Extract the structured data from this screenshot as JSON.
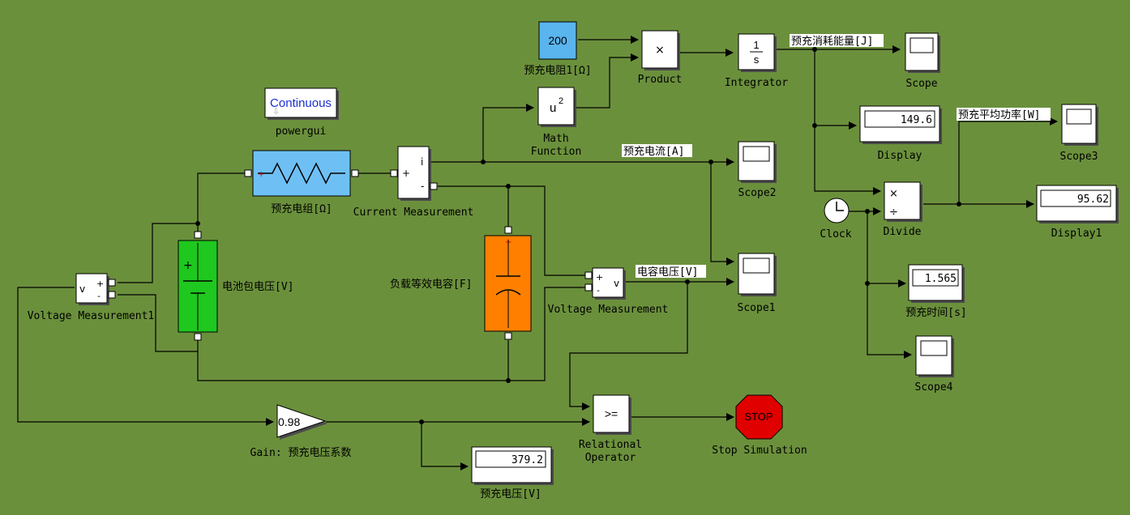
{
  "blocks": {
    "powergui": {
      "inner": "Continuous",
      "label": "powergui"
    },
    "precharge_resistor": {
      "label": "预充电组[Ω]"
    },
    "current_measurement": {
      "label": "Current Measurement",
      "port_i": "i",
      "port_plus": "+",
      "port_minus": "-"
    },
    "resistor_const": {
      "value": "200",
      "label": "预充电阻1[Ω]"
    },
    "math_function": {
      "inner": "u",
      "sup": "2",
      "label1": "Math",
      "label2": "Function"
    },
    "product": {
      "symbol": "×",
      "label": "Product"
    },
    "integrator": {
      "num": "1",
      "den": "s",
      "label": "Integrator"
    },
    "scope": {
      "label": "Scope"
    },
    "display": {
      "value": "149.6",
      "label": "Display"
    },
    "scope3": {
      "label": "Scope3"
    },
    "scope2": {
      "label": "Scope2"
    },
    "divide": {
      "mul": "×",
      "div": "÷",
      "label": "Divide"
    },
    "display1": {
      "value": "95.62",
      "label": "Display1"
    },
    "clock": {
      "label": "Clock"
    },
    "battery": {
      "label": "电池包电压[V]",
      "plus": "+"
    },
    "capacitor": {
      "label": "负载等效电容[F]"
    },
    "voltage_measurement1": {
      "label": "Voltage Measurement1",
      "v": "v",
      "plus": "+",
      "minus": "-"
    },
    "voltage_measurement": {
      "label": "Voltage Measurement",
      "v": "v",
      "plus": "+",
      "minus": "-"
    },
    "scope1": {
      "label": "Scope1"
    },
    "time_display": {
      "value": "1.565",
      "label": "预充时间[s]"
    },
    "scope4": {
      "label": "Scope4"
    },
    "gain": {
      "value": "0.98",
      "label": "Gain: 预充电压系数"
    },
    "relational_operator": {
      "op": ">=",
      "label1": "Relational",
      "label2": "Operator"
    },
    "stop_simulation": {
      "inner": "STOP",
      "label": "Stop Simulation"
    },
    "voltage_display": {
      "value": "379.2",
      "label": "预充电压[V]"
    }
  },
  "signals": {
    "energy": "预充消耗能量[J]",
    "avg_power": "预充平均功率[W]",
    "current": "预充电流[A]",
    "cap_voltage": "电容电压[V]"
  },
  "colors": {
    "background": "#6b903c",
    "resistor": "#6ec0f4",
    "constant": "#5ab4ee",
    "battery": "#1ec81e",
    "capacitor": "#ff8000",
    "stop": "#e00000"
  }
}
